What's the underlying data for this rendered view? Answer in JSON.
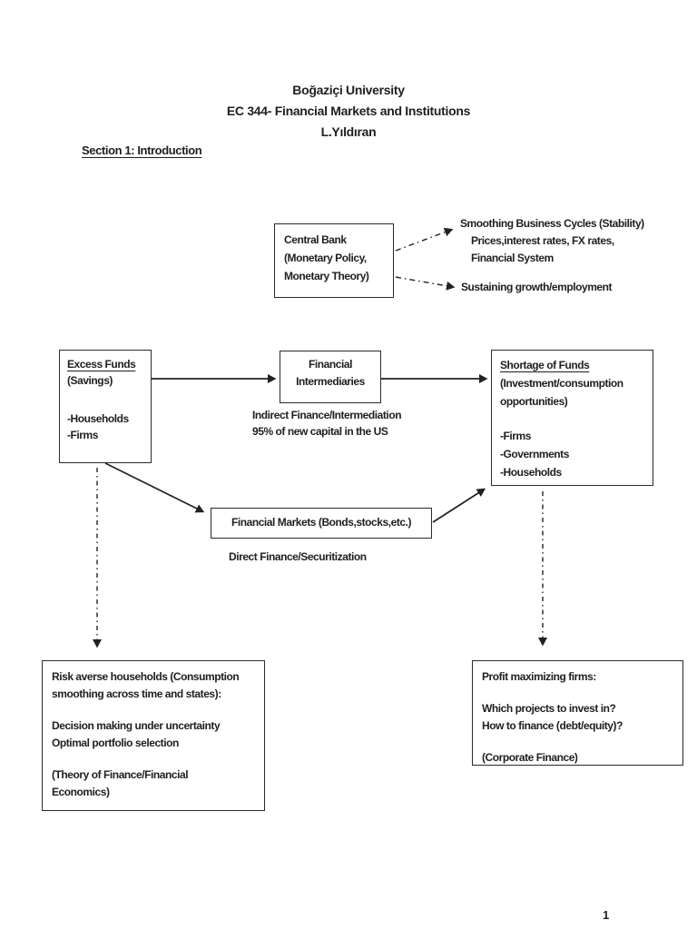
{
  "header": {
    "university": "Boğaziçi University",
    "course": "EC 344- Financial Markets and Institutions",
    "instructor": "L.Yıldıran",
    "section": "Section 1: Introduction"
  },
  "central_bank_box": {
    "lines": [
      "Central Bank",
      "(Monetary Policy,",
      "Monetary Theory)"
    ]
  },
  "central_bank_goals": {
    "stability_line1": "Smoothing Business Cycles (Stability)",
    "stability_line2": "Prices,interest rates, FX rates,",
    "stability_line3": "Financial System",
    "growth": "Sustaining growth/employment"
  },
  "excess_funds_box": {
    "title": "Excess Funds",
    "subtitle": "(Savings)",
    "items": [
      "-Households",
      "-Firms"
    ]
  },
  "intermediaries_box": {
    "lines": [
      "Financial",
      "Intermediaries"
    ],
    "notes": [
      "Indirect Finance/Intermediation",
      "95% of new capital in the US"
    ]
  },
  "shortage_box": {
    "title": "Shortage of Funds",
    "subtitle_lines": [
      "(Investment/consumption",
      "opportunities)"
    ],
    "items": [
      "-Firms",
      "-Governments",
      "-Households"
    ]
  },
  "financial_markets_box": {
    "label": "Financial Markets (Bonds,stocks,etc.)",
    "note": "Direct Finance/Securitization"
  },
  "risk_averse_box": {
    "para1": [
      "Risk averse households (Consumption",
      "smoothing across time and states):"
    ],
    "para2": [
      "Decision making under uncertainty",
      "Optimal portfolio selection"
    ],
    "para3": [
      "(Theory of Finance/Financial",
      "Economics)"
    ]
  },
  "profit_box": {
    "line1": "Profit maximizing firms:",
    "para2": [
      "Which projects to invest in?",
      "How to finance (debt/equity)?"
    ],
    "line3": "(Corporate Finance)"
  },
  "footer": {
    "page_number": "1"
  },
  "colors": {
    "text": "#1f1f1f",
    "border": "#2a2a2a",
    "page_bg": "#ffffff"
  }
}
